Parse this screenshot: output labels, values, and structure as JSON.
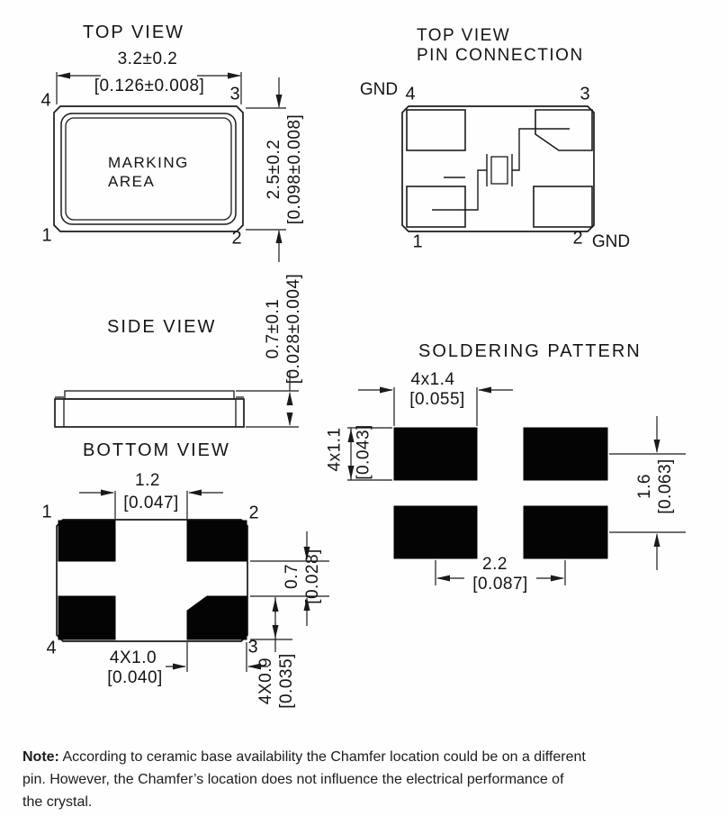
{
  "drawing": {
    "top_view": {
      "title": "TOP VIEW",
      "marking_line1": "MARKING",
      "marking_line2": "AREA",
      "dim_width_mm": "3.2±0.2",
      "dim_width_in": "[0.126±0.008]",
      "dim_height_mm": "2.5±0.2",
      "dim_height_in": "[0.098±0.008]",
      "pin_top_left": "4",
      "pin_top_right": "3",
      "pin_bottom_left": "1",
      "pin_bottom_right": "2"
    },
    "pin_connection": {
      "title_line1": "TOP VIEW",
      "title_line2": "PIN CONNECTION",
      "gnd_top": "GND",
      "gnd_bottom": "GND",
      "pin_top_left": "4",
      "pin_top_right": "3",
      "pin_bottom_left": "1",
      "pin_bottom_right": "2"
    },
    "side_view": {
      "title": "SIDE VIEW",
      "dim_height_mm": "0.7±0.1",
      "dim_height_in": "[0.028±0.004]"
    },
    "bottom_view": {
      "title": "BOTTOM VIEW",
      "pin_top_left": "1",
      "pin_top_right": "2",
      "pin_bottom_left": "4",
      "pin_bottom_right": "3",
      "dim_gap_mm": "1.2",
      "dim_gap_in": "[0.047]",
      "dim_pad_width_mm": "4X1.0",
      "dim_pad_width_in": "[0.040]",
      "dim_vgap_mm": "0.7",
      "dim_vgap_in": "[0.028]",
      "dim_pad_height_mm": "4X0.9",
      "dim_pad_height_in": "[0.035]"
    },
    "soldering_pattern": {
      "title": "SOLDERING PATTERN",
      "dim_pad_width_mm": "4x1.4",
      "dim_pad_width_in": "[0.055]",
      "dim_pad_height_mm": "4x1.1",
      "dim_pad_height_in": "[0.043]",
      "dim_pitch_v_mm": "1.6",
      "dim_pitch_v_in": "[0.063]",
      "dim_pitch_h_mm": "2.2",
      "dim_pitch_h_in": "[0.087]"
    }
  },
  "note": {
    "label": "Note:",
    "line1": "According to ceramic base availability the Chamfer location could be on a different",
    "line2": "pin. However, the Chamfer’s location does not influence the electrical performance of",
    "line3": "the crystal."
  }
}
